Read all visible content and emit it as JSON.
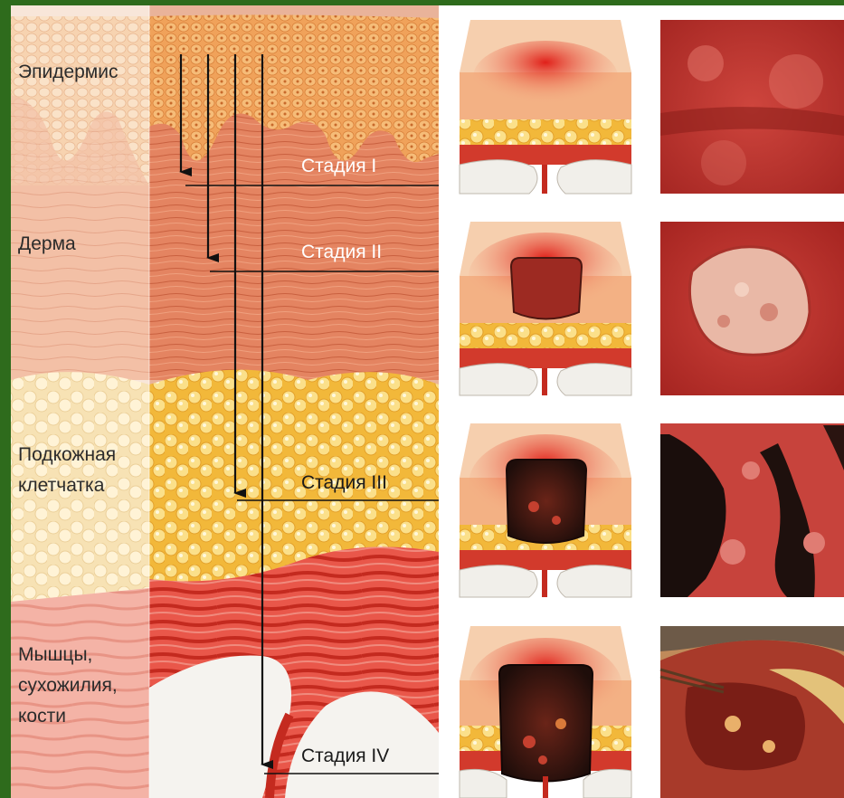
{
  "layers": {
    "epidermis": "Эпидермис",
    "dermis": "Дерма",
    "subcutaneous_line1": "Подкожная",
    "subcutaneous_line2": "клетчатка",
    "muscle_line1": "Мышцы,",
    "muscle_line2": "сухожилия,",
    "muscle_line3": "кости"
  },
  "stages": {
    "stage1": "Стадия I",
    "stage2": "Стадия II",
    "stage3": "Стадия III",
    "stage4": "Стадия IV"
  },
  "colors": {
    "frame": "#2e6b1c",
    "skin_light": "#f4c9a8",
    "skin": "#e99a6c",
    "dermis": "#e2805b",
    "fat": "#f6cf5a",
    "muscle": "#d9382a",
    "bone": "#f4f2ee",
    "wound_dark": "#2a1410"
  },
  "panels": {
    "illustrations": [
      "stage-1-illustration",
      "stage-2-illustration",
      "stage-3-illustration",
      "stage-4-illustration"
    ],
    "photos": [
      "stage-1-photo",
      "stage-2-photo",
      "stage-3-photo",
      "stage-4-photo"
    ]
  }
}
